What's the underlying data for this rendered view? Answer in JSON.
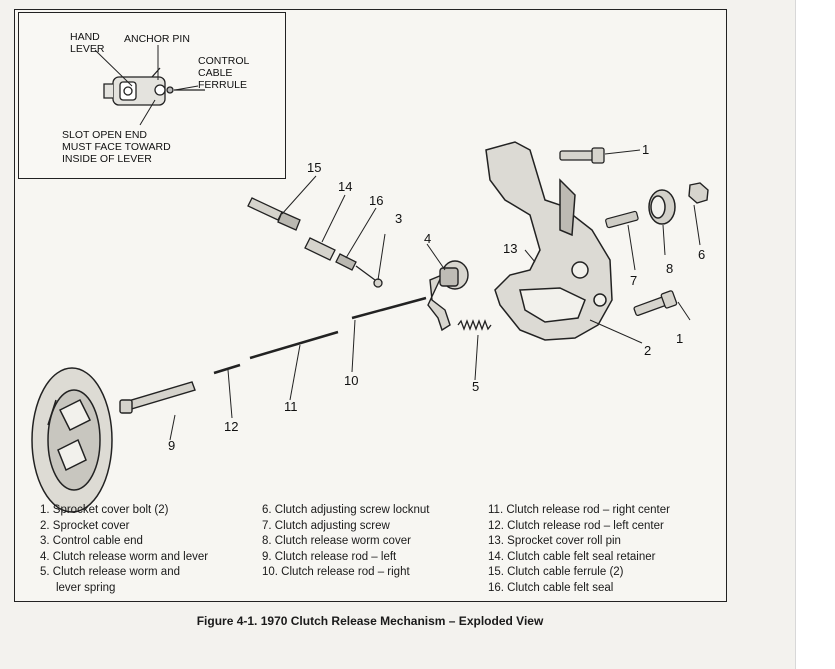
{
  "inset": {
    "hand_lever": "HAND\nLEVER",
    "anchor_pin": "ANCHOR PIN",
    "control_cable_ferrule": "CONTROL\nCABLE\nFERRULE",
    "slot_note": "SLOT OPEN END\nMUST FACE TOWARD\nINSIDE OF LEVER"
  },
  "callouts": [
    "1",
    "2",
    "3",
    "4",
    "5",
    "6",
    "7",
    "8",
    "9",
    "10",
    "11",
    "12",
    "13",
    "14",
    "15",
    "16"
  ],
  "legend": {
    "col1": [
      "1.  Sprocket cover bolt (2)",
      "2.  Sprocket cover",
      "3.  Control cable end",
      "4.  Clutch release worm and lever",
      "5.  Clutch release worm and",
      "     lever spring"
    ],
    "col2": [
      "6.  Clutch adjusting screw locknut",
      "7.  Clutch adjusting screw",
      "8.  Clutch release worm cover",
      "9.  Clutch release rod – left",
      "10.  Clutch release rod – right"
    ],
    "col3": [
      "11.  Clutch release rod – right center",
      "12.  Clutch release rod – left center",
      "13.  Sprocket cover roll pin",
      "14.  Clutch cable felt seal retainer",
      "15.  Clutch cable ferrule (2)",
      "16.  Clutch cable felt seal"
    ]
  },
  "caption": "Figure 4-1. 1970 Clutch Release Mechanism – Exploded View"
}
